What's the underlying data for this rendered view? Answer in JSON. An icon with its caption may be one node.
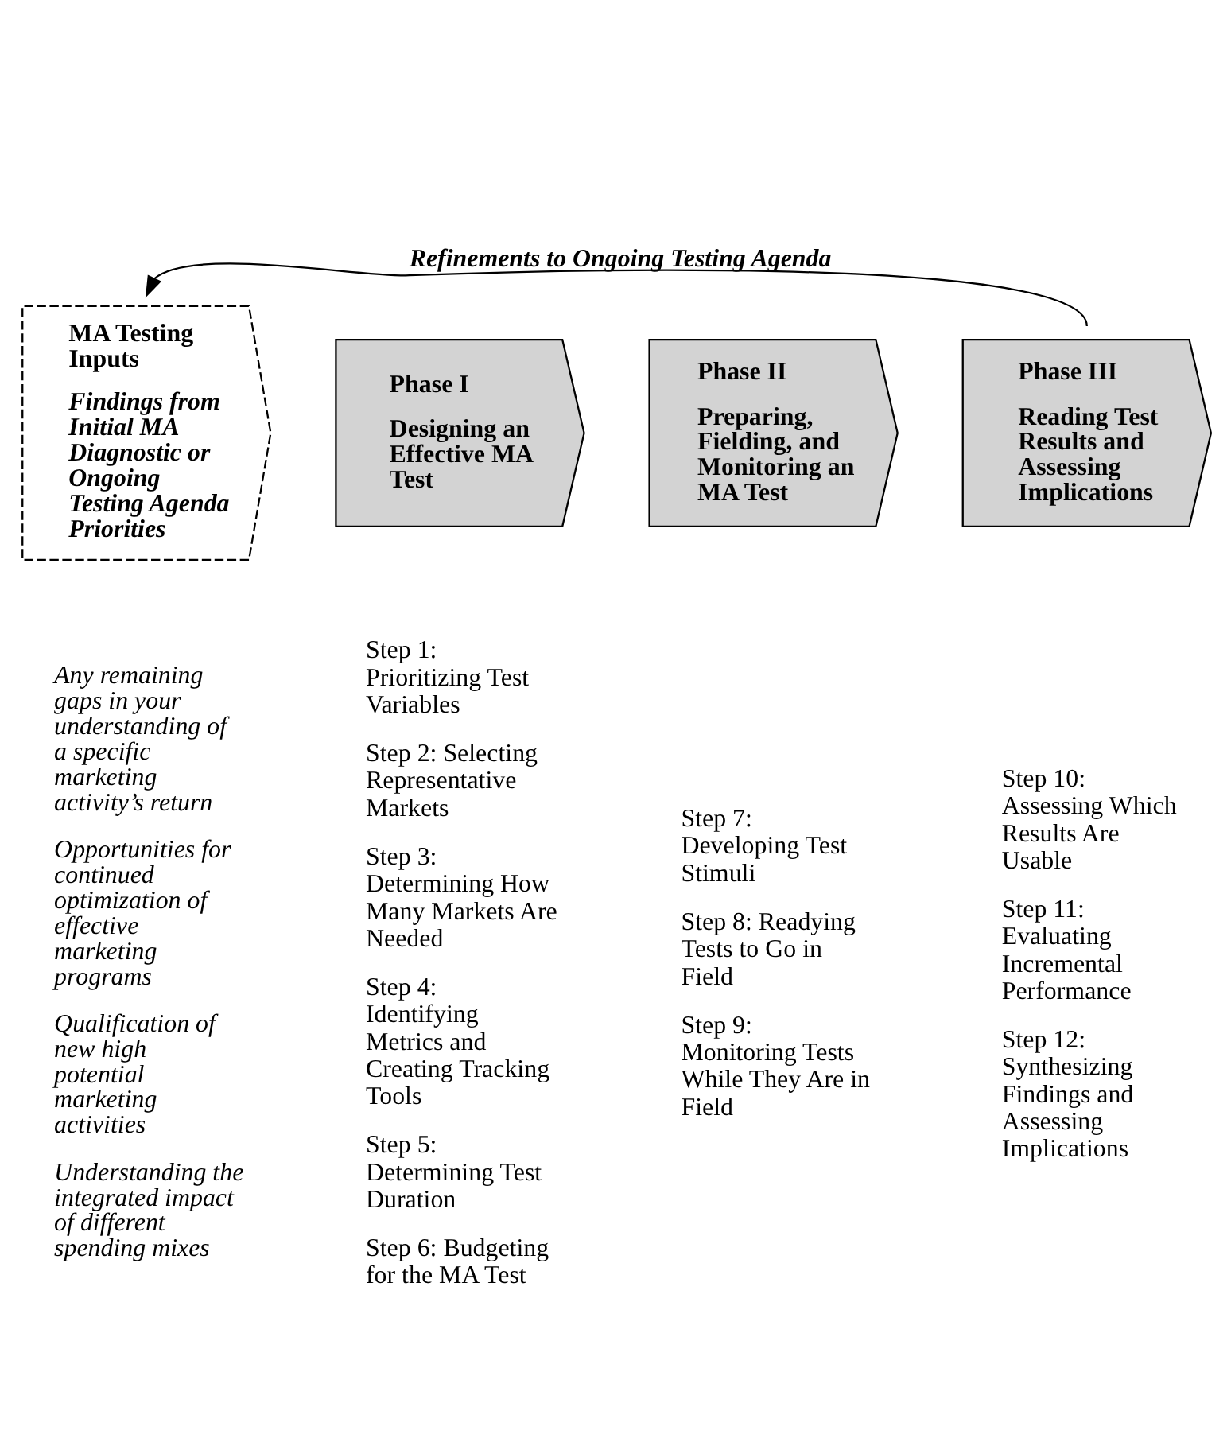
{
  "diagram": {
    "nodes": [
      {
        "text": [
          "MA Testing Inputs",
          "Findings from Initial MA Diagnostic or Ongoing Testing Agenda Priorities"
        ],
        "beside": [
          "Any remaining gaps in your understanding of a specific marketing activity’s return",
          "Opportunities for continued optimization of effective marketing programs",
          "Qualification of new high potential marketing activities",
          "Understanding the integrated impact of different spending mixes"
        ]
      },
      {
        "text": [
          "Phase I",
          "Designing an Effective MA Test"
        ],
        "beside": [
          "Step 1: Prioritizing Test Variables",
          "Step 2: Selecting Representative Markets",
          "Step 3: Determining How Many Markets Are Needed",
          "Step 4: Identifying Metrics and Creating Tracking Tools",
          "Step 5: Determining Test Duration",
          "Step 6: Budgeting for the MA Test"
        ]
      },
      {
        "text": [
          "Phase II",
          "Preparing, Fielding, and Monitoring an MA Test"
        ],
        "beside": [
          "Step 7: Developing Test Stimuli",
          "Step 8: Readying Tests to Go in Field",
          "Step 9: Monitoring Tests While They Are in Field"
        ]
      },
      {
        "text": [
          "Phase III",
          "Reading Test Results and Assessing Implications"
        ],
        "beside": [
          "Step 10: Assessing Which Results Are Usable",
          "Step 11: Evaluating Incremental Performance",
          "Step 12: Synthesizing Findings and Assessing Implications"
        ]
      }
    ],
    "edges": [
      {
        "from": 3,
        "to": 0,
        "arrow": "to",
        "label": "Refinements to Ongoing Testing Agenda"
      }
    ]
  }
}
